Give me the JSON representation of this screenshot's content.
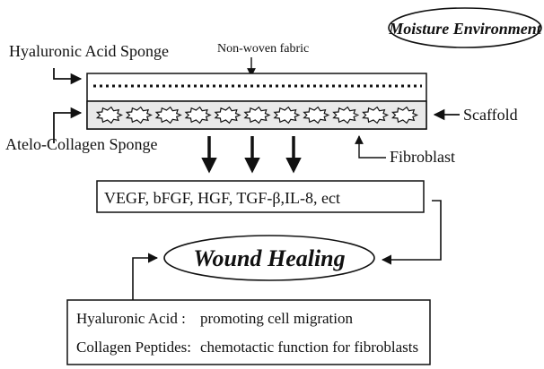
{
  "labels": {
    "moisture": "Moisture Environment",
    "ha_sponge": "Hyaluronic Acid Sponge",
    "nonwoven": "Non-woven fabric",
    "scaffold": "Scaffold",
    "atelo": "Atelo-Collagen Sponge",
    "fibroblast": "Fibroblast",
    "growth_factors": "VEGF, bFGF, HGF, TGF-β,IL-8, ect",
    "wound_healing": "Wound Healing"
  },
  "functions": [
    {
      "name": "Hyaluronic Acid :",
      "desc": "promoting cell migration"
    },
    {
      "name": "Collagen Peptides:",
      "desc": "chemotactic function for fibroblasts"
    }
  ],
  "colors": {
    "ink": "#111111",
    "background": "#ffffff"
  }
}
